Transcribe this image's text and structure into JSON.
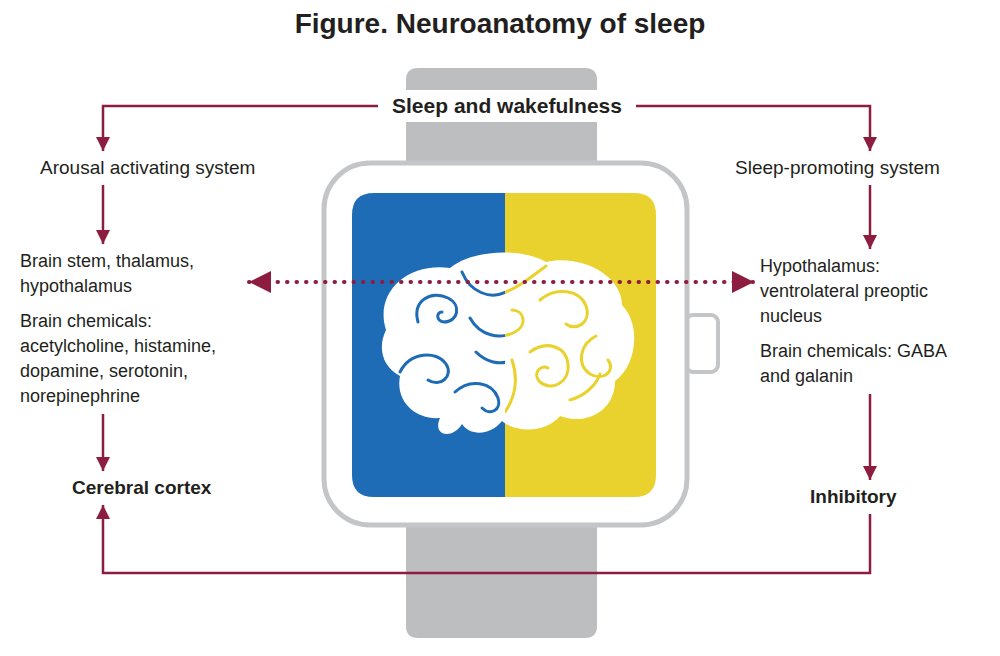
{
  "diagram": {
    "title": "Figure. Neuroanatomy of sleep",
    "nodes": [
      {
        "text": [
          "Sleep and wakefulness"
        ]
      },
      {
        "text": [
          "Arousal activating system"
        ]
      },
      {
        "text": [
          "Brain stem, thalamus, hypothalamus",
          "Brain chemicals: acetylcholine, histamine, dopamine, serotonin, norepinephrine"
        ]
      },
      {
        "text": [
          "Cerebral cortex"
        ]
      },
      {
        "text": [
          "Sleep-promoting system"
        ]
      },
      {
        "text": [
          "Hypothalamus: ventrolateral preoptic nucleus",
          "Brain chemicals: GABA and galanin"
        ]
      },
      {
        "text": [
          "Inhibitory"
        ]
      }
    ],
    "edges": [
      {
        "from": 0,
        "to": 1,
        "arrow": "to"
      },
      {
        "from": 0,
        "to": 4,
        "arrow": "to"
      },
      {
        "from": 1,
        "to": 2,
        "arrow": "to"
      },
      {
        "from": 2,
        "to": 3,
        "arrow": "to"
      },
      {
        "from": 2,
        "to": 5,
        "arrow": "both"
      },
      {
        "from": 4,
        "to": 5,
        "arrow": "to"
      },
      {
        "from": 5,
        "to": 6,
        "arrow": "to"
      },
      {
        "from": 6,
        "to": 3,
        "arrow": "to"
      }
    ]
  }
}
